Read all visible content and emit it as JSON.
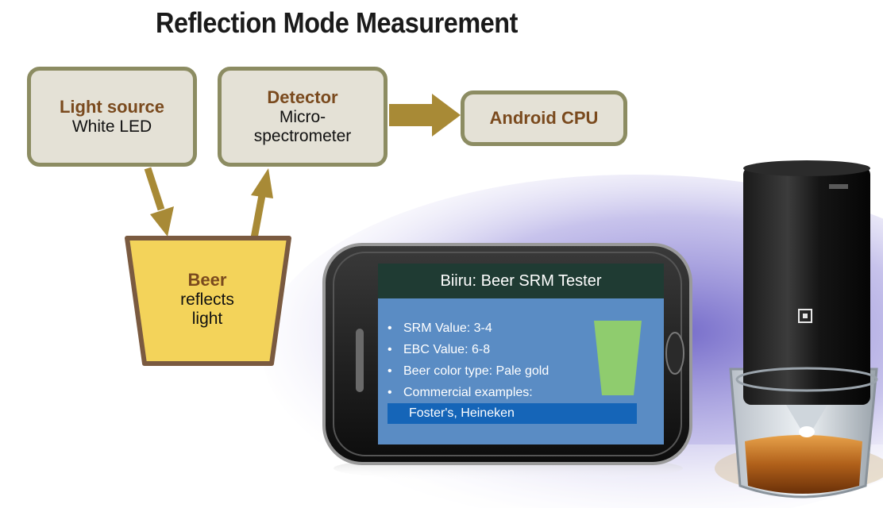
{
  "title": "Reflection Mode Measurement",
  "light_source": {
    "head": "Light source",
    "sub": "White LED"
  },
  "detector": {
    "head": "Detector",
    "sub_line1": "Micro-",
    "sub_line2": "spectrometer"
  },
  "cpu": {
    "label": "Android CPU"
  },
  "beer": {
    "head": "Beer",
    "sub_line1": "reflects",
    "sub_line2": "light"
  },
  "app": {
    "title": "Biiru: Beer SRM Tester",
    "items": [
      "SRM Value: 3-4",
      "EBC Value: 6-8",
      "Beer color type: Pale gold",
      "Commercial examples:"
    ],
    "highlight": "Foster's, Heineken",
    "beer_glass_color": "#8fcc6e"
  },
  "colors": {
    "box_fill": "#e4e1d6",
    "box_border": "#8c8c62",
    "heading_text": "#7a4a1e",
    "arrow": "#a88a36",
    "beer_fill": "#f3d35a",
    "beer_border": "#7a5a40",
    "app_header": "#1f3b33",
    "app_body": "#5a8cc4",
    "app_highlight": "#1565b8"
  }
}
